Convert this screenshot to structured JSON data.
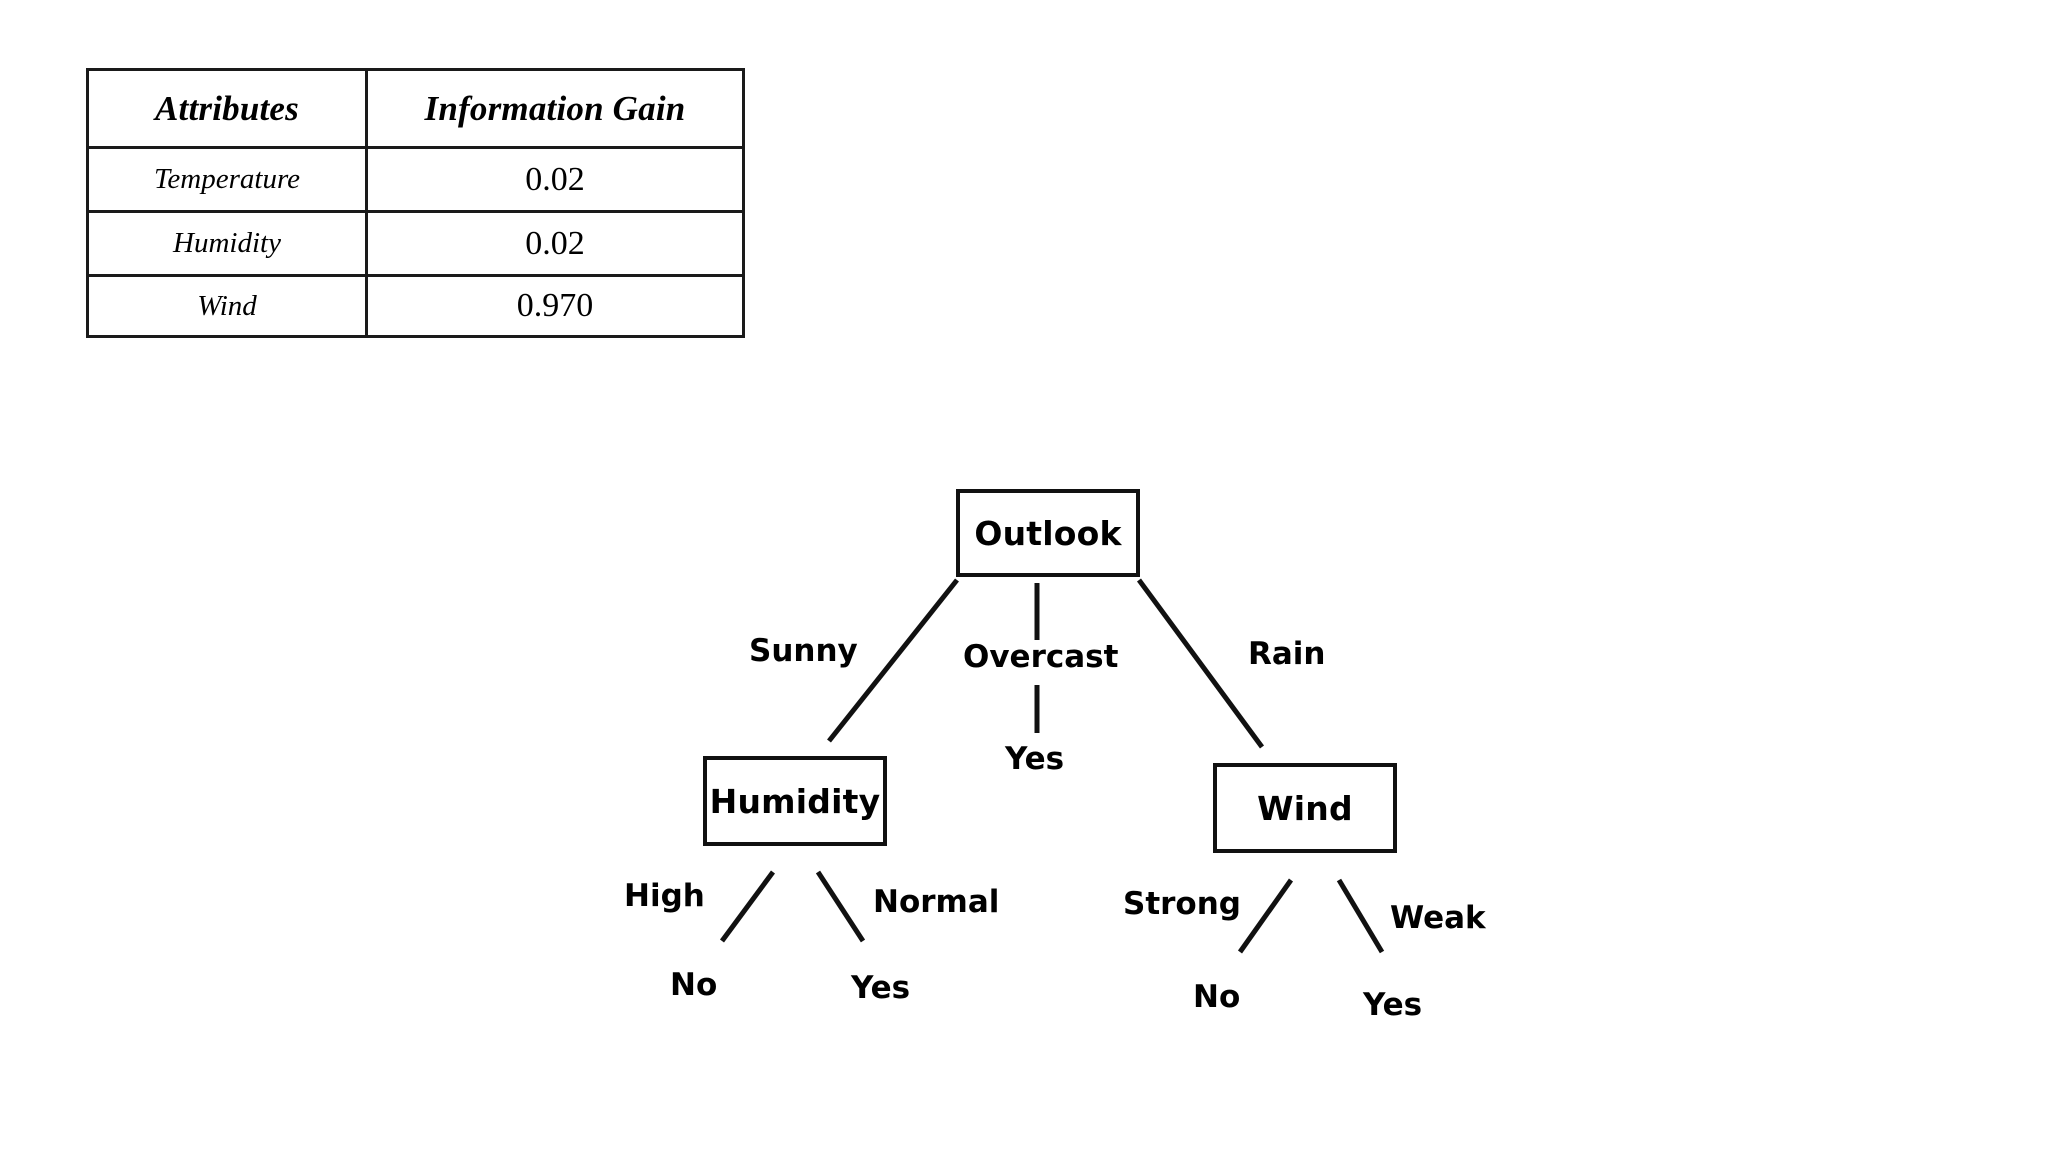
{
  "table": {
    "headers": [
      "Attributes",
      "Information Gain"
    ],
    "rows": [
      {
        "attribute": "Temperature",
        "gain": "0.02"
      },
      {
        "attribute": "Humidity",
        "gain": "0.02"
      },
      {
        "attribute": "Wind",
        "gain": "0.970"
      }
    ]
  },
  "tree": {
    "root": {
      "label": "Outlook"
    },
    "branches": [
      {
        "label": "Sunny"
      },
      {
        "label": "Overcast"
      },
      {
        "label": "Rain"
      }
    ],
    "overcast_leaf": {
      "label": "Yes"
    },
    "humidity": {
      "label": "Humidity",
      "branches": [
        {
          "label": "High",
          "leaf": "No"
        },
        {
          "label": "Normal",
          "leaf": "Yes"
        }
      ]
    },
    "wind": {
      "label": "Wind",
      "branches": [
        {
          "label": "Strong",
          "leaf": "No"
        },
        {
          "label": "Weak",
          "leaf": "Yes"
        }
      ]
    }
  },
  "colors": {
    "background": "#ffffff",
    "ink": "#000000",
    "rule": "#1a1a1a"
  }
}
